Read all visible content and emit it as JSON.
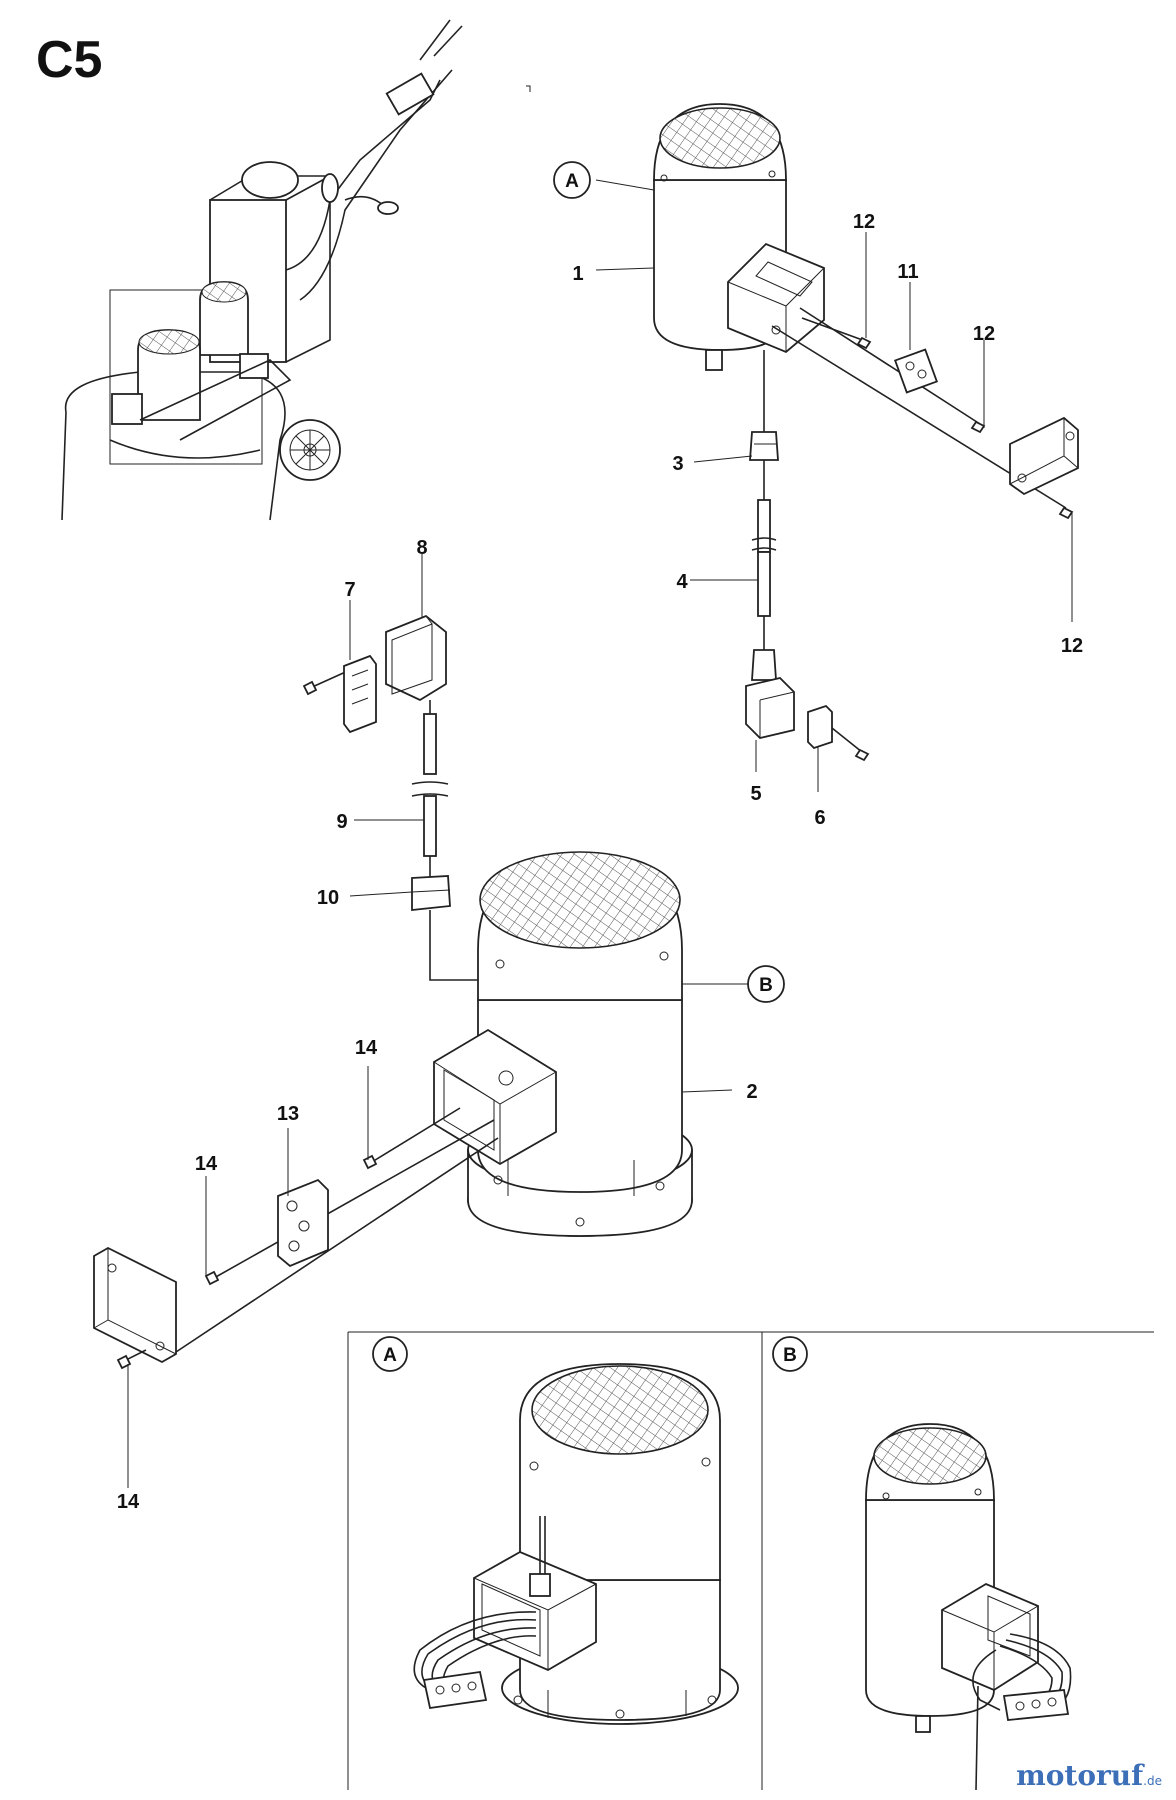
{
  "page": {
    "title": "C5"
  },
  "callouts": {
    "a": "A",
    "b": "B"
  },
  "parts": [
    "1",
    "2",
    "3",
    "4",
    "5",
    "6",
    "7",
    "8",
    "9",
    "10",
    "11",
    "12",
    "13",
    "14"
  ],
  "labels": {
    "p1": "1",
    "p2": "2",
    "p3": "3",
    "p4": "4",
    "p5": "5",
    "p6": "6",
    "p7": "7",
    "p8": "8",
    "p9": "9",
    "p10": "10",
    "p11": "11",
    "p12a": "12",
    "p12b": "12",
    "p12c": "12",
    "p13": "13",
    "p14a": "14",
    "p14b": "14",
    "p14c": "14"
  },
  "inset": {
    "left_label": "A",
    "right_label": "B"
  },
  "watermark": {
    "brand": "motoruf",
    "tld": ".de"
  },
  "colors": {
    "line": "#222222",
    "watermark": "#3d6fb8"
  }
}
